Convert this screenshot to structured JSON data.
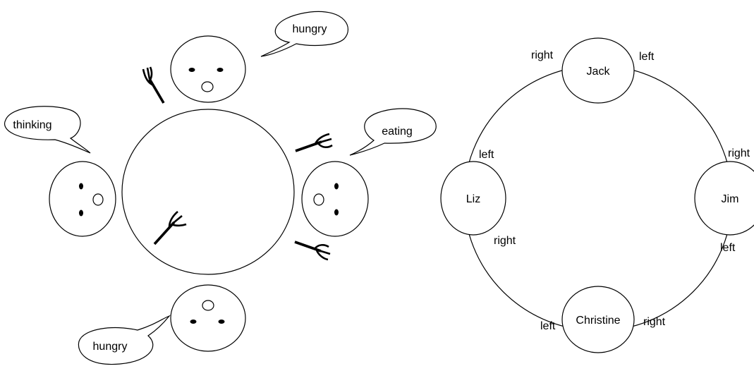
{
  "left_diagram": {
    "bubbles": {
      "top": "hungry",
      "left": "thinking",
      "right": "eating",
      "bottom": "hungry"
    }
  },
  "right_diagram": {
    "philosophers": {
      "top": "Jack",
      "right": "Jim",
      "bottom": "Christine",
      "left": "Liz"
    },
    "side_labels": {
      "jack_left_side": "right",
      "jack_right_side": "left",
      "jim_top": "right",
      "jim_bottom": "left",
      "christine_left_side": "left",
      "christine_right_side": "right",
      "liz_top": "left",
      "liz_bottom": "right"
    }
  }
}
